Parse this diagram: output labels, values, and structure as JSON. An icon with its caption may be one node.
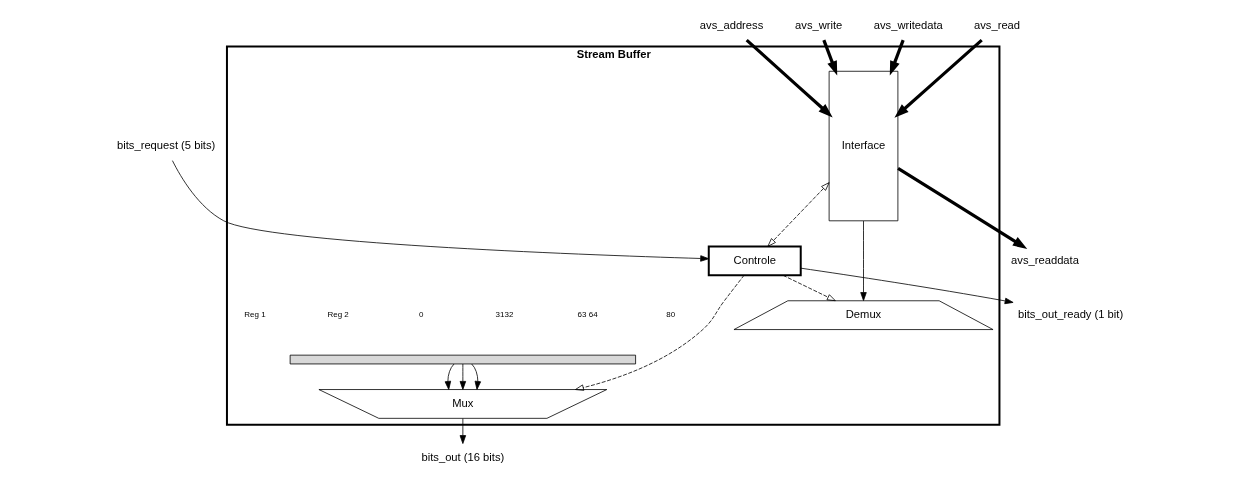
{
  "diagram": {
    "nodes": [
      {
        "text": [
          "Stream Buffer"
        ]
      },
      {
        "text": [
          "Interface"
        ],
        "in": 0
      },
      {
        "text": [
          "Demux"
        ],
        "in": 0
      },
      {
        "text": [
          "Controle"
        ],
        "in": 0
      },
      {
        "text": [],
        "shape": "bar",
        "in": 0
      },
      {
        "text": [
          "Mux"
        ],
        "in": 0
      },
      {
        "text": [
          "avs_address"
        ]
      },
      {
        "text": [
          "avs_write"
        ]
      },
      {
        "text": [
          "avs_writedata"
        ]
      },
      {
        "text": [
          "avs_read"
        ]
      },
      {
        "text": [
          "avs_readdata"
        ]
      },
      {
        "text": [
          "bits_out (16 bits)"
        ]
      },
      {
        "text": [
          "bits_out_ready (1 bit)"
        ]
      },
      {
        "text": [
          "bits_request (5 bits)"
        ]
      }
    ],
    "edges": [
      {
        "from": 6,
        "to": 1,
        "arrow": "to",
        "style": "thick"
      },
      {
        "from": 7,
        "to": 1,
        "arrow": "to",
        "style": "thick"
      },
      {
        "from": 8,
        "to": 1,
        "arrow": "to",
        "style": "thick"
      },
      {
        "from": 9,
        "to": 1,
        "arrow": "to",
        "style": "thick"
      },
      {
        "from": 1,
        "to": 10,
        "arrow": "to",
        "style": "thick"
      },
      {
        "from": 1,
        "to": 3,
        "arrow": "both",
        "style": "dashed"
      },
      {
        "from": 1,
        "to": 2,
        "arrow": "to"
      },
      {
        "from": 3,
        "to": 2,
        "arrow": "to",
        "style": "dashed"
      },
      {
        "from": 4,
        "to": 5,
        "arrow": "to"
      },
      {
        "from": 4,
        "to": 5,
        "arrow": "to"
      },
      {
        "from": 4,
        "to": 5,
        "arrow": "to"
      },
      {
        "from": 3,
        "to": 5,
        "arrow": "to",
        "style": "dashed"
      },
      {
        "from": 5,
        "to": 11,
        "arrow": "to"
      },
      {
        "from": 3,
        "to": 12,
        "arrow": "to"
      },
      {
        "from": 13,
        "to": 3,
        "arrow": "to"
      }
    ],
    "labels": [
      "Reg 1",
      "Reg 2",
      "0",
      "3132",
      "63 64",
      "80"
    ]
  }
}
